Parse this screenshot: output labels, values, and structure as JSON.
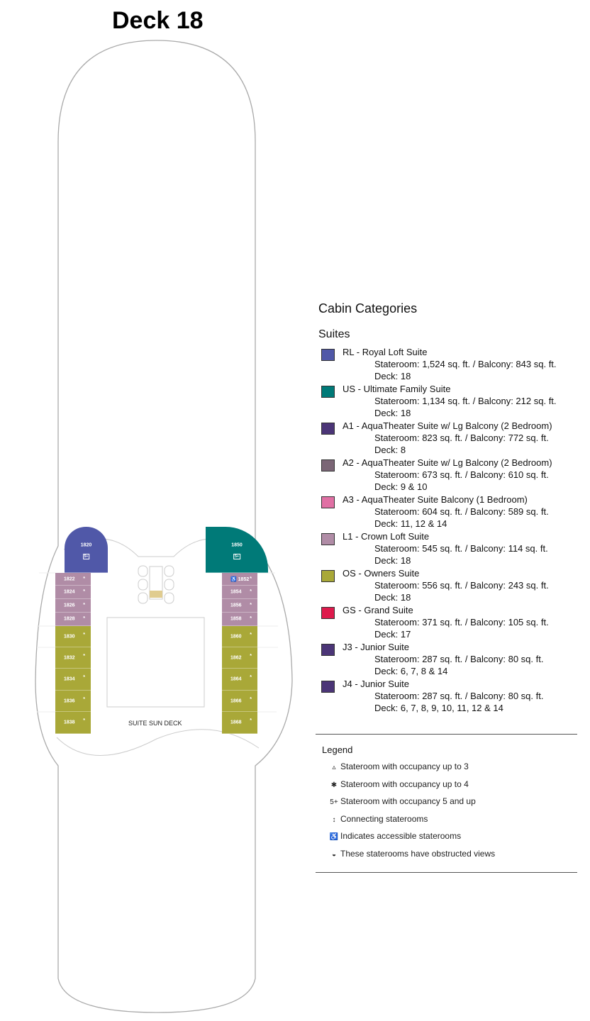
{
  "title": "Deck 18",
  "deck_label": "SUITE SUN DECK",
  "colors": {
    "RL": "#5058a8",
    "US": "#007a78",
    "A1": "#4b3577",
    "A2": "#7b6676",
    "A3": "#e070a4",
    "L1": "#b08ca6",
    "OS": "#a9a838",
    "GS": "#de1a4c",
    "J3": "#4b3577",
    "J4": "#4b3577"
  },
  "cabins": [
    {
      "num": "1820",
      "cat": "RL",
      "occ": "5+"
    },
    {
      "num": "1822",
      "cat": "L1",
      "occ": "*"
    },
    {
      "num": "1824",
      "cat": "L1",
      "occ": "*"
    },
    {
      "num": "1826",
      "cat": "L1",
      "occ": "*"
    },
    {
      "num": "1828",
      "cat": "L1",
      "occ": "*"
    },
    {
      "num": "1830",
      "cat": "OS",
      "occ": "*"
    },
    {
      "num": "1832",
      "cat": "OS",
      "occ": "*"
    },
    {
      "num": "1834",
      "cat": "OS",
      "occ": "*"
    },
    {
      "num": "1836",
      "cat": "OS",
      "occ": "*"
    },
    {
      "num": "1838",
      "cat": "OS",
      "occ": "*"
    },
    {
      "num": "1850",
      "cat": "US",
      "occ": "5+"
    },
    {
      "num": "♿ 1852",
      "cat": "L1",
      "occ": "*"
    },
    {
      "num": "1854",
      "cat": "L1",
      "occ": "*"
    },
    {
      "num": "1856",
      "cat": "L1",
      "occ": "*"
    },
    {
      "num": "1858",
      "cat": "L1",
      "occ": "*"
    },
    {
      "num": "1860",
      "cat": "OS",
      "occ": "*"
    },
    {
      "num": "1862",
      "cat": "OS",
      "occ": "*"
    },
    {
      "num": "1864",
      "cat": "OS",
      "occ": "*"
    },
    {
      "num": "1866",
      "cat": "OS",
      "occ": "*"
    },
    {
      "num": "1868",
      "cat": "OS",
      "occ": "*"
    }
  ],
  "categories_title": "Cabin Categories",
  "suites_title": "Suites",
  "categories": [
    {
      "code": "RL",
      "name": "RL - Royal Loft Suite",
      "size": "Stateroom: 1,524 sq. ft. / Balcony: 843 sq. ft.",
      "deck": "Deck: 18"
    },
    {
      "code": "US",
      "name": "US - Ultimate Family Suite",
      "size": "Stateroom: 1,134 sq. ft. / Balcony: 212 sq. ft.",
      "deck": "Deck: 18"
    },
    {
      "code": "A1",
      "name": "A1 - AquaTheater Suite w/ Lg Balcony (2 Bedroom)",
      "size": "Stateroom: 823 sq. ft. / Balcony: 772 sq. ft.",
      "deck": "Deck: 8"
    },
    {
      "code": "A2",
      "name": "A2 - AquaTheater Suite w/ Lg Balcony (2 Bedroom)",
      "size": "Stateroom: 673 sq. ft. / Balcony: 610 sq. ft.",
      "deck": "Deck: 9 & 10"
    },
    {
      "code": "A3",
      "name": "A3 - AquaTheater Suite Balcony (1 Bedroom)",
      "size": "Stateroom: 604 sq. ft. / Balcony: 589 sq. ft.",
      "deck": "Deck: 11, 12 & 14"
    },
    {
      "code": "L1",
      "name": "L1 - Crown Loft Suite",
      "size": "Stateroom: 545 sq. ft. / Balcony: 114 sq. ft.",
      "deck": "Deck: 18"
    },
    {
      "code": "OS",
      "name": "OS - Owners Suite",
      "size": "Stateroom: 556 sq. ft. / Balcony: 243 sq. ft.",
      "deck": "Deck: 18"
    },
    {
      "code": "GS",
      "name": "GS - Grand Suite",
      "size": "Stateroom: 371 sq. ft. / Balcony: 105 sq. ft.",
      "deck": "Deck: 17"
    },
    {
      "code": "J3",
      "name": "J3 - Junior Suite",
      "size": "Stateroom: 287 sq. ft. / Balcony: 80 sq. ft.",
      "deck": "Deck: 6, 7, 8 & 14"
    },
    {
      "code": "J4",
      "name": "J4 - Junior Suite",
      "size": "Stateroom: 287 sq. ft. / Balcony: 80 sq. ft.",
      "deck": "Deck: 6, 7, 8, 9, 10, 11, 12 & 14"
    }
  ],
  "legend": {
    "title": "Legend",
    "items": [
      {
        "icon": "triangle-icon",
        "glyph": "▵",
        "text": "Stateroom with occupancy up to 3"
      },
      {
        "icon": "asterisk-icon",
        "glyph": "✱",
        "text": "Stateroom with occupancy up to 4"
      },
      {
        "icon": "five-plus-icon",
        "glyph": "5+",
        "text": "Stateroom with occupancy 5 and up"
      },
      {
        "icon": "connecting-arrow-icon",
        "glyph": "↕",
        "text": "Connecting staterooms"
      },
      {
        "icon": "wheelchair-icon",
        "glyph": "♿",
        "text": "Indicates accessible staterooms"
      },
      {
        "icon": "obstructed-view-icon",
        "glyph": "◒",
        "text": "These staterooms have obstructed views"
      }
    ]
  }
}
